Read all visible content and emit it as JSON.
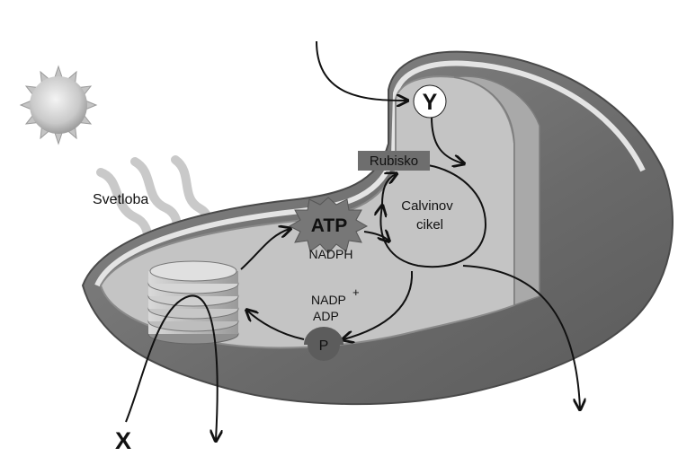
{
  "labels": {
    "light": "Svetloba",
    "atp": "ATP",
    "nadph": "NADPH",
    "nadp": "NADP",
    "nadp_sup": "+",
    "adp": "ADP",
    "phosphate": "P",
    "rubisco": "Rubisko",
    "calvin_line1": "Calvinov",
    "calvin_line2": "cikel",
    "x_marker": "X",
    "y_marker": "Y"
  },
  "colors": {
    "outer_envelope": "#707070",
    "stroma": "#c2c2c2",
    "thylakoid": "#b9b9b9",
    "rubisco_box": "#6e6e6e",
    "phosphate_circle": "#5c5c5c",
    "atp_burst": "#777777"
  }
}
